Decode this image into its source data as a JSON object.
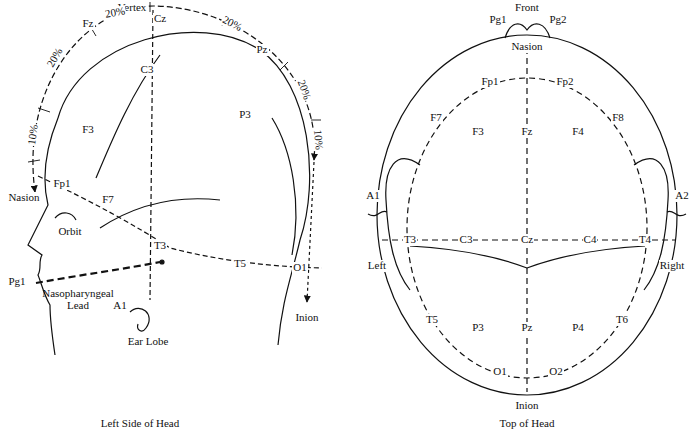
{
  "diagram": {
    "labels": [
      "Vertex",
      "Fz",
      "20%",
      "Cz",
      "20%",
      "Pz",
      "20%",
      "10%",
      "20%",
      "10%",
      "F3",
      "C3",
      "P3",
      "Fp1",
      "F7",
      "Nasion",
      "Orbit",
      "T3",
      "T5",
      "O1",
      "Pg1",
      "Nasopharyngeal Lead",
      "A1",
      "Ear Lobe",
      "Inion",
      "Left Side of Head",
      "Front",
      "Pg1",
      "Pg2",
      "Nasion",
      "Fp1",
      "Fp2",
      "F7",
      "F3",
      "Fz",
      "F4",
      "F8",
      "A1",
      "Left",
      "T3",
      "C3",
      "Cz",
      "C4",
      "T4",
      "A2",
      "Right",
      "T5",
      "P3",
      "Pz",
      "P4",
      "T6",
      "O1",
      "O2",
      "Inion",
      "Top of Head"
    ]
  }
}
